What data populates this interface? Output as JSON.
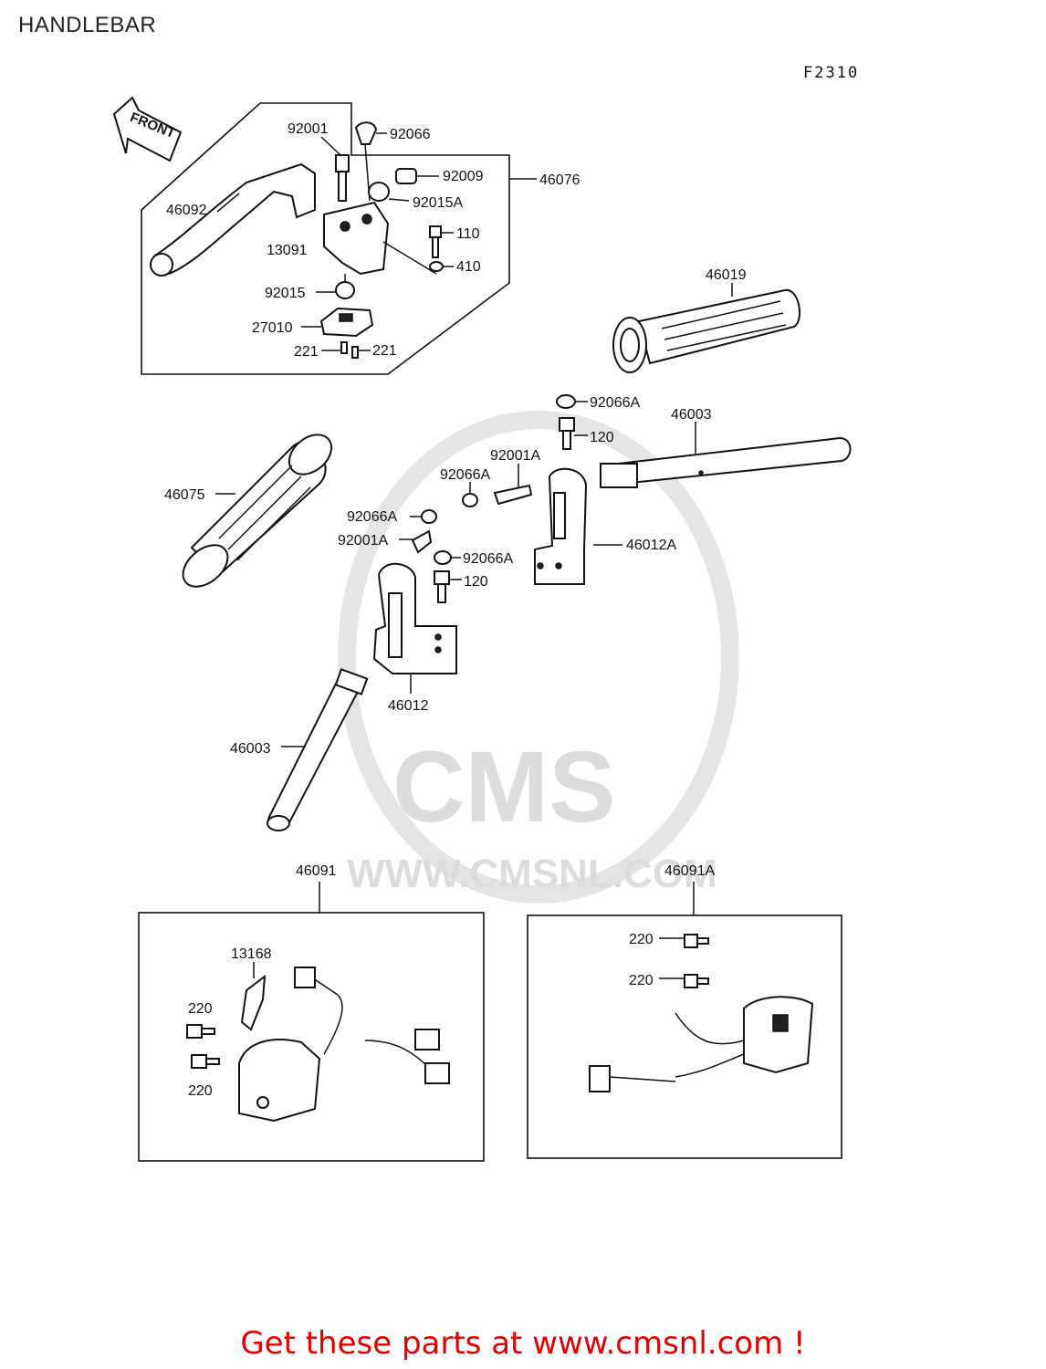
{
  "page": {
    "title": "HANDLEBAR",
    "figure_code": "F2310",
    "front_arrow": "FRONT",
    "cta": "Get these parts at www.cmsnl.com !"
  },
  "watermark": {
    "logo": "CMS",
    "url": "WWW.CMSNL.COM"
  },
  "labels": [
    {
      "id": "l-92001",
      "text": "92001"
    },
    {
      "id": "l-92066",
      "text": "92066"
    },
    {
      "id": "l-92009",
      "text": "92009"
    },
    {
      "id": "l-92015A",
      "text": "92015A"
    },
    {
      "id": "l-46076",
      "text": "46076"
    },
    {
      "id": "l-46092",
      "text": "46092"
    },
    {
      "id": "l-13091",
      "text": "13091"
    },
    {
      "id": "l-110",
      "text": "110"
    },
    {
      "id": "l-410",
      "text": "410"
    },
    {
      "id": "l-92015",
      "text": "92015"
    },
    {
      "id": "l-27010",
      "text": "27010"
    },
    {
      "id": "l-221a",
      "text": "221"
    },
    {
      "id": "l-221b",
      "text": "221"
    },
    {
      "id": "l-46019",
      "text": "46019"
    },
    {
      "id": "l-92066A-1",
      "text": "92066A"
    },
    {
      "id": "l-46003-1",
      "text": "46003"
    },
    {
      "id": "l-120-1",
      "text": "120"
    },
    {
      "id": "l-92001A-1",
      "text": "92001A"
    },
    {
      "id": "l-92066A-2",
      "text": "92066A"
    },
    {
      "id": "l-46075",
      "text": "46075"
    },
    {
      "id": "l-92066A-3",
      "text": "92066A"
    },
    {
      "id": "l-92001A-2",
      "text": "92001A"
    },
    {
      "id": "l-46012A",
      "text": "46012A"
    },
    {
      "id": "l-92066A-4",
      "text": "92066A"
    },
    {
      "id": "l-120-2",
      "text": "120"
    },
    {
      "id": "l-46012",
      "text": "46012"
    },
    {
      "id": "l-46003-2",
      "text": "46003"
    },
    {
      "id": "l-46091",
      "text": "46091"
    },
    {
      "id": "l-46091A",
      "text": "46091A"
    },
    {
      "id": "l-13168",
      "text": "13168"
    },
    {
      "id": "l-220a",
      "text": "220"
    },
    {
      "id": "l-220b",
      "text": "220"
    },
    {
      "id": "l-220c",
      "text": "220"
    },
    {
      "id": "l-220d",
      "text": "220"
    }
  ]
}
